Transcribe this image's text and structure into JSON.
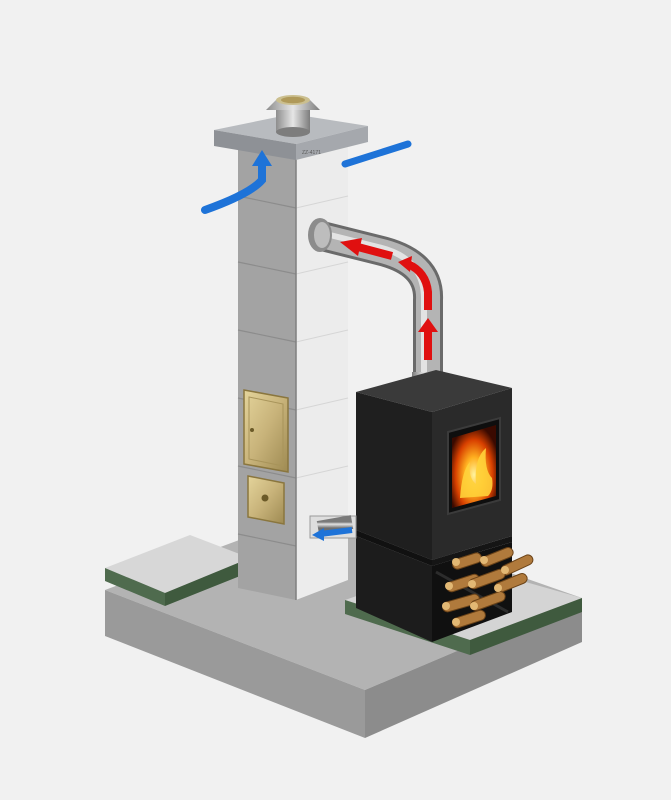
{
  "scene": {
    "subject": "chimney-and-wood-stove-cutaway",
    "chimney_cap_marking": "ZZ-4171",
    "colors": {
      "background": "#f1f1f1",
      "concrete": "#a9a9a9",
      "ground_edge": "#536d53",
      "chimney_block": "#a5a5a5",
      "chimney_inner": "#ececec",
      "stove_body": "#1d1d1d",
      "door_brass": "#c9b57c",
      "flue_pipe": "#a0a0a0",
      "airflow_fresh": "#1e73d8",
      "airflow_exhaust": "#e01010",
      "fire": "#ff8a00"
    },
    "icons": {
      "fresh_air_inlet": "arrow-blue",
      "exhaust_flow": "arrow-red"
    }
  }
}
